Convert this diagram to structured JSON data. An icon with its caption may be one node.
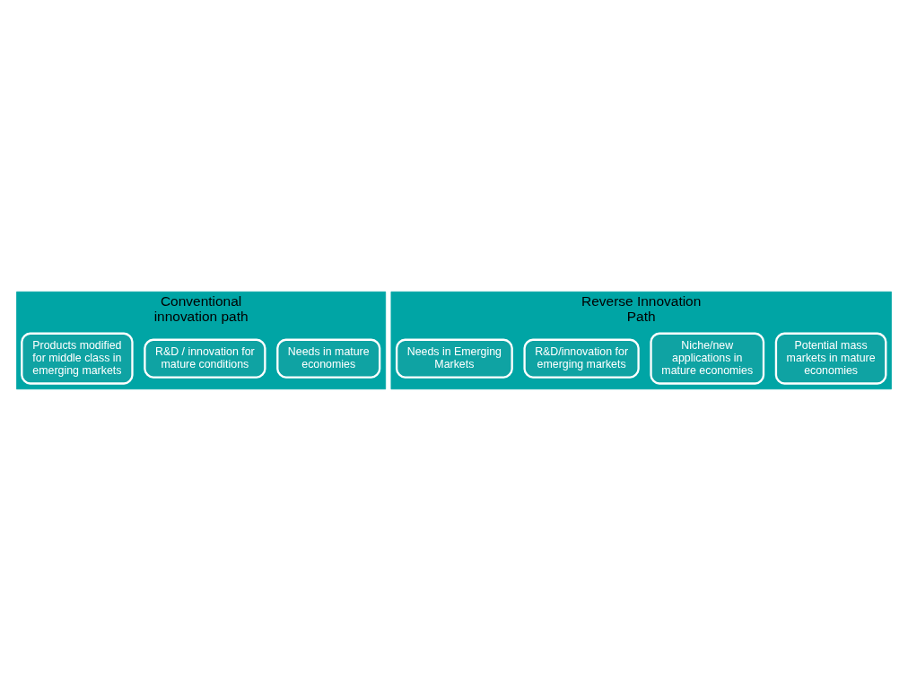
{
  "diagram": {
    "nodes": [
      {
        "text": [
          "Conventional innovation path"
        ]
      },
      {
        "text": [
          "Needs in mature economies"
        ],
        "in": 0
      },
      {
        "text": [
          "R&D / innovation for mature conditions"
        ],
        "in": 0
      },
      {
        "text": [
          "Products modified for middle class in emerging markets"
        ],
        "in": 0
      },
      {
        "text": [
          "Reverse Innovation Path"
        ]
      },
      {
        "text": [
          "Potential mass markets in mature economies"
        ],
        "in": 4
      },
      {
        "text": [
          "Niche/new applications in mature economies"
        ],
        "in": 4
      },
      {
        "text": [
          "R&D/innovation for emerging markets"
        ],
        "in": 4
      },
      {
        "text": [
          "Needs in Emerging Markets"
        ],
        "in": 4
      }
    ],
    "edges": []
  }
}
